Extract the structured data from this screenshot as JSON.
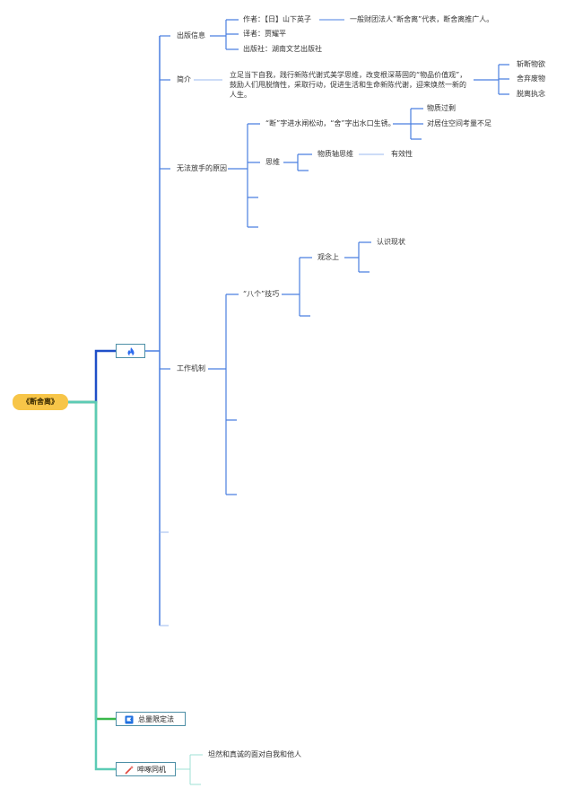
{
  "root": {
    "label": "《断舍离》"
  },
  "branches": [
    {
      "label": "",
      "icon": "fire-icon"
    },
    {
      "label": "总量限定法",
      "icon": "flag-icon"
    },
    {
      "label": "啐啄同机",
      "icon": "magic-wand-icon"
    }
  ],
  "sections": {
    "publish": {
      "label": "出版信息",
      "author": "作者：【日】山下英子",
      "author_note": "一般财团法人“断舍离”代表，断舍离推广人。",
      "translator": "译者：贾耀平",
      "publisher": "出版社：湖南文艺出版社"
    },
    "intro": {
      "label": "简介",
      "text": "立足当下自我，践行新陈代谢式美学思维，改变根深蒂固的“物品价值观”，鼓励人们甩脱惰性，采取行动，促进生活和生命新陈代谢，迎来焕然一新的人生。",
      "children": [
        "斩断物欲",
        "舍弃废物",
        "脱离执念"
      ]
    },
    "reasons": {
      "label": "无法放手的原因",
      "proverb": "“断”字进水闸松动，“舍”字出水口生锈。",
      "proverb_children": [
        "物质过剩",
        "对居住空间考量不足"
      ],
      "thinking": "思维",
      "axis": "物质轴思维",
      "axis_child": "有效性"
    },
    "mechanism": {
      "label": "工作机制",
      "skills": "“八个”技巧",
      "concept": "观念上",
      "concept_child": "认识现状"
    },
    "tuozhuo": {
      "child": "坦然和真诚的面对自我和他人"
    }
  },
  "colors": {
    "root_fill": "#f7c548",
    "branch_fire": "#1f4fc8",
    "branch_green": "#3ab84a",
    "branch_teal": "#5ccbb5",
    "line_blue": "#4a7fe0",
    "line_light": "#9bb8ef",
    "fire_icon": "#2d6cf0",
    "flag_icon": "#1d6fe0",
    "wand_icon": "#e0463c"
  }
}
